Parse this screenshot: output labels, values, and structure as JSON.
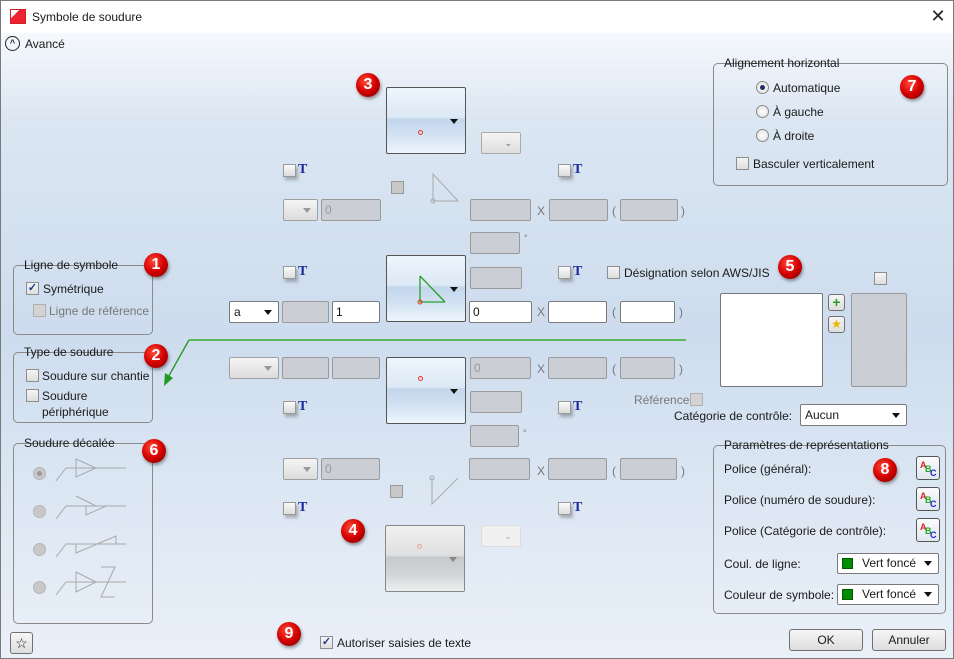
{
  "window": {
    "title": "Symbole de soudure",
    "close_label": "✕"
  },
  "advanced": {
    "label": "Avancé",
    "icon": "chevron-up-circle-icon"
  },
  "badges": [
    "1",
    "2",
    "3",
    "4",
    "5",
    "6",
    "7",
    "8",
    "9"
  ],
  "ligne_symbole": {
    "legend": "Ligne de symbole",
    "symetrique": {
      "label": "Symétrique",
      "checked": true
    },
    "ligne_reference": {
      "label": "Ligne de référence",
      "checked": false,
      "disabled": true
    }
  },
  "type_soudure": {
    "legend": "Type de soudure",
    "chantier": {
      "label": "Soudure sur chantie",
      "checked": false
    },
    "peripherique": {
      "label_line1": "Soudure",
      "label_line2": "périphérique",
      "checked": false
    }
  },
  "soudure_decalee": {
    "legend": "Soudure décalée",
    "options": [
      {
        "name": "symmetric-offset",
        "selected": true
      },
      {
        "name": "staggered-offset",
        "selected": false
      },
      {
        "name": "chain-offset",
        "selected": false
      },
      {
        "name": "z-offset",
        "selected": false
      }
    ]
  },
  "main_row": {
    "prefix_select": "a",
    "size_value": "1",
    "length_value": "0",
    "x_label": "X",
    "count_value": "",
    "pitch_value": "",
    "open_paren": "(",
    "close_paren": ")"
  },
  "upper_row": {
    "size_value": "0",
    "x_label": "X",
    "open_paren": "(",
    "close_paren": ")",
    "degree": "°"
  },
  "lower_row": {
    "length_value": "0",
    "x_label": "X",
    "open_paren": "(",
    "close_paren": ")",
    "degree": "°"
  },
  "bottom_row": {
    "size_value": "0",
    "x_label": "X",
    "open_paren": "(",
    "close_paren": ")"
  },
  "text_toggle_glyph": "T",
  "aws_jis": {
    "label": "Désignation selon AWS/JIS",
    "checked": false
  },
  "reference": {
    "label": "Référence"
  },
  "categorie_controle": {
    "label": "Catégorie de contrôle:",
    "value": "Aucun"
  },
  "alignement": {
    "legend": "Alignement horizontal",
    "options": [
      {
        "label": "Automatique",
        "selected": true
      },
      {
        "label": "À gauche",
        "selected": false
      },
      {
        "label": "À droite",
        "selected": false
      }
    ],
    "basculer": {
      "label": "Basculer verticalement",
      "checked": false
    }
  },
  "parametres": {
    "legend": "Paramètres de représentations",
    "police_general": "Police (général):",
    "police_numero": "Police (numéro de soudure):",
    "police_categorie": "Police (Catégorie de contrôle):",
    "couleur_ligne": {
      "label": "Coul. de ligne:",
      "value": "Vert foncé",
      "color": "#008c00"
    },
    "couleur_symbole": {
      "label": "Couleur de symbole:",
      "value": "Vert foncé",
      "color": "#008c00"
    }
  },
  "autoriser_texte": {
    "label": "Autoriser saisies de texte",
    "checked": true
  },
  "buttons": {
    "ok": "OK",
    "cancel": "Annuler"
  },
  "colors": {
    "weld_line": "#5cb85c",
    "arrow": "#1e9a1e",
    "badge": "#d40000"
  }
}
